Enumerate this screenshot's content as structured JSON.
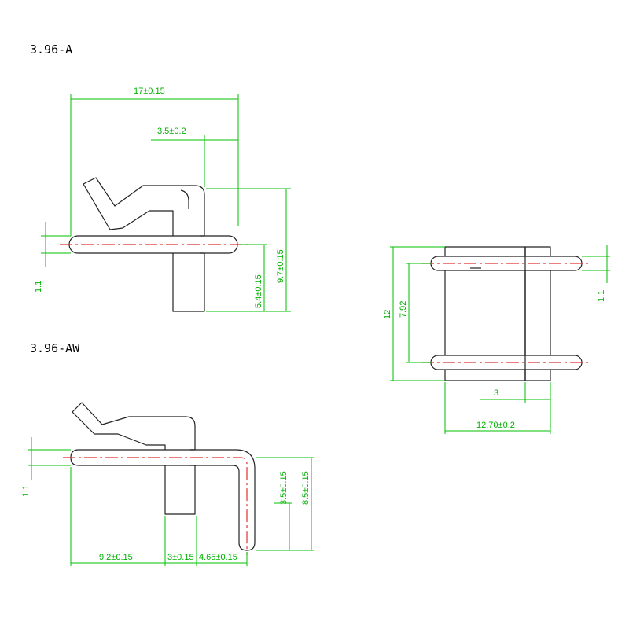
{
  "views": {
    "a": {
      "title": "3.96-A",
      "dims": {
        "width": "17±0.15",
        "offset": "3.5±0.2",
        "height": "9.7±0.15",
        "body": "5.4±0.15",
        "pin": "1.1"
      }
    },
    "aw": {
      "title": "3.96-AW",
      "dims": {
        "left": "9.2±0.15",
        "mid": "3±0.15",
        "right": "4.65±0.15",
        "tail1": "3.5±0.15",
        "tail2": "8.5±0.15",
        "pin": "1.1"
      }
    },
    "top": {
      "dims": {
        "height": "12",
        "pitch": "7.92",
        "pin": "1.1",
        "offset": "3",
        "width": "12.70±0.2"
      }
    }
  },
  "colors": {
    "dimension": "#00c000",
    "centerline": "#e03030",
    "outline": "#222222"
  }
}
